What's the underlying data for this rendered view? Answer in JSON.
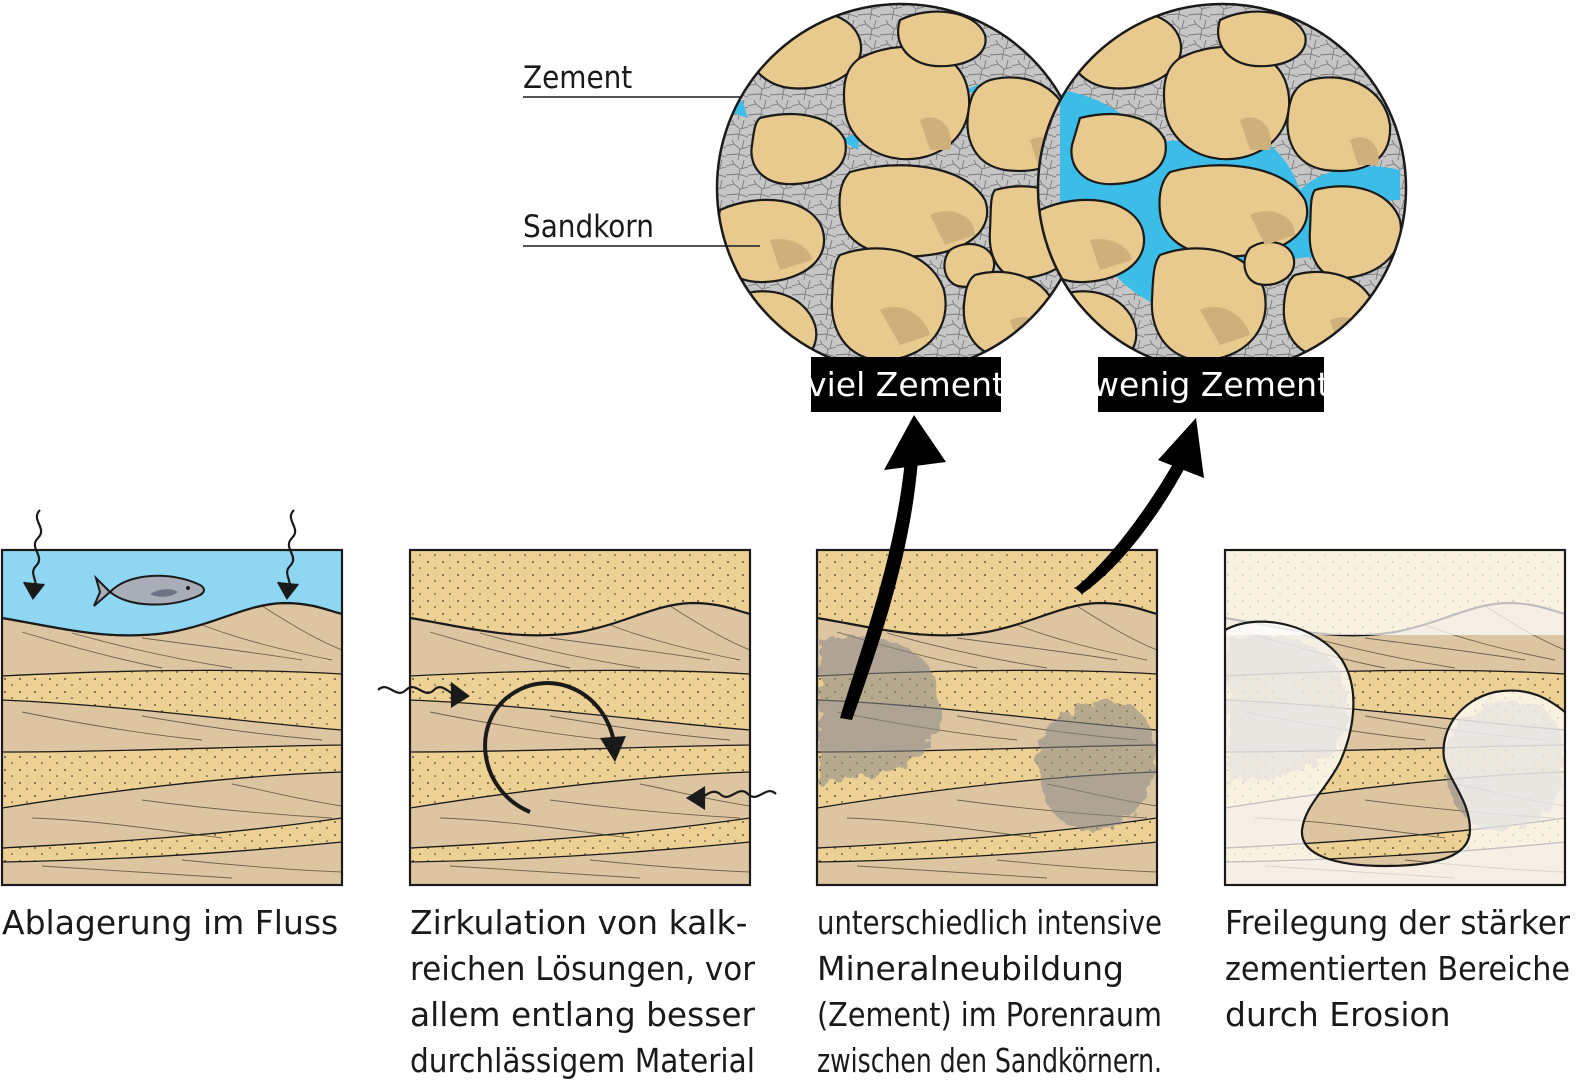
{
  "labels": {
    "cement": "Zement",
    "sand_grain": "Sandkorn"
  },
  "tags": {
    "much_cement": "viel Zement",
    "little_cement": "wenig Zement"
  },
  "panels": [
    {
      "lines": [
        "Ablagerung im Fluss"
      ]
    },
    {
      "lines": [
        "Zirkulation von kalk-",
        "reichen Lösungen, vor",
        "allem entlang besser",
        "durchlässigem Material"
      ]
    },
    {
      "lines": [
        "unterschiedlich intensive",
        "Mineralneubildung",
        "(Zement) im Porenraum",
        "zwischen den Sandkörnern."
      ]
    },
    {
      "lines": [
        "Freilegung der stärker",
        "zementierten Bereiche",
        "durch Erosion"
      ]
    }
  ],
  "colors": {
    "sand": "#edd194",
    "cross_layer": "#ddc5a1",
    "water": "#8fd6f2",
    "pore_water": "#3cbde8",
    "cement": "#c6c6c6",
    "grain": "#e8c98e",
    "grain_shadow": "#cdb07a",
    "concretion": "#8a8a88",
    "outline": "#1a1a1a"
  },
  "icons": [
    "fish-icon",
    "wavy-arrow-icon",
    "circular-arrow-icon",
    "curved-up-arrow-icon"
  ]
}
